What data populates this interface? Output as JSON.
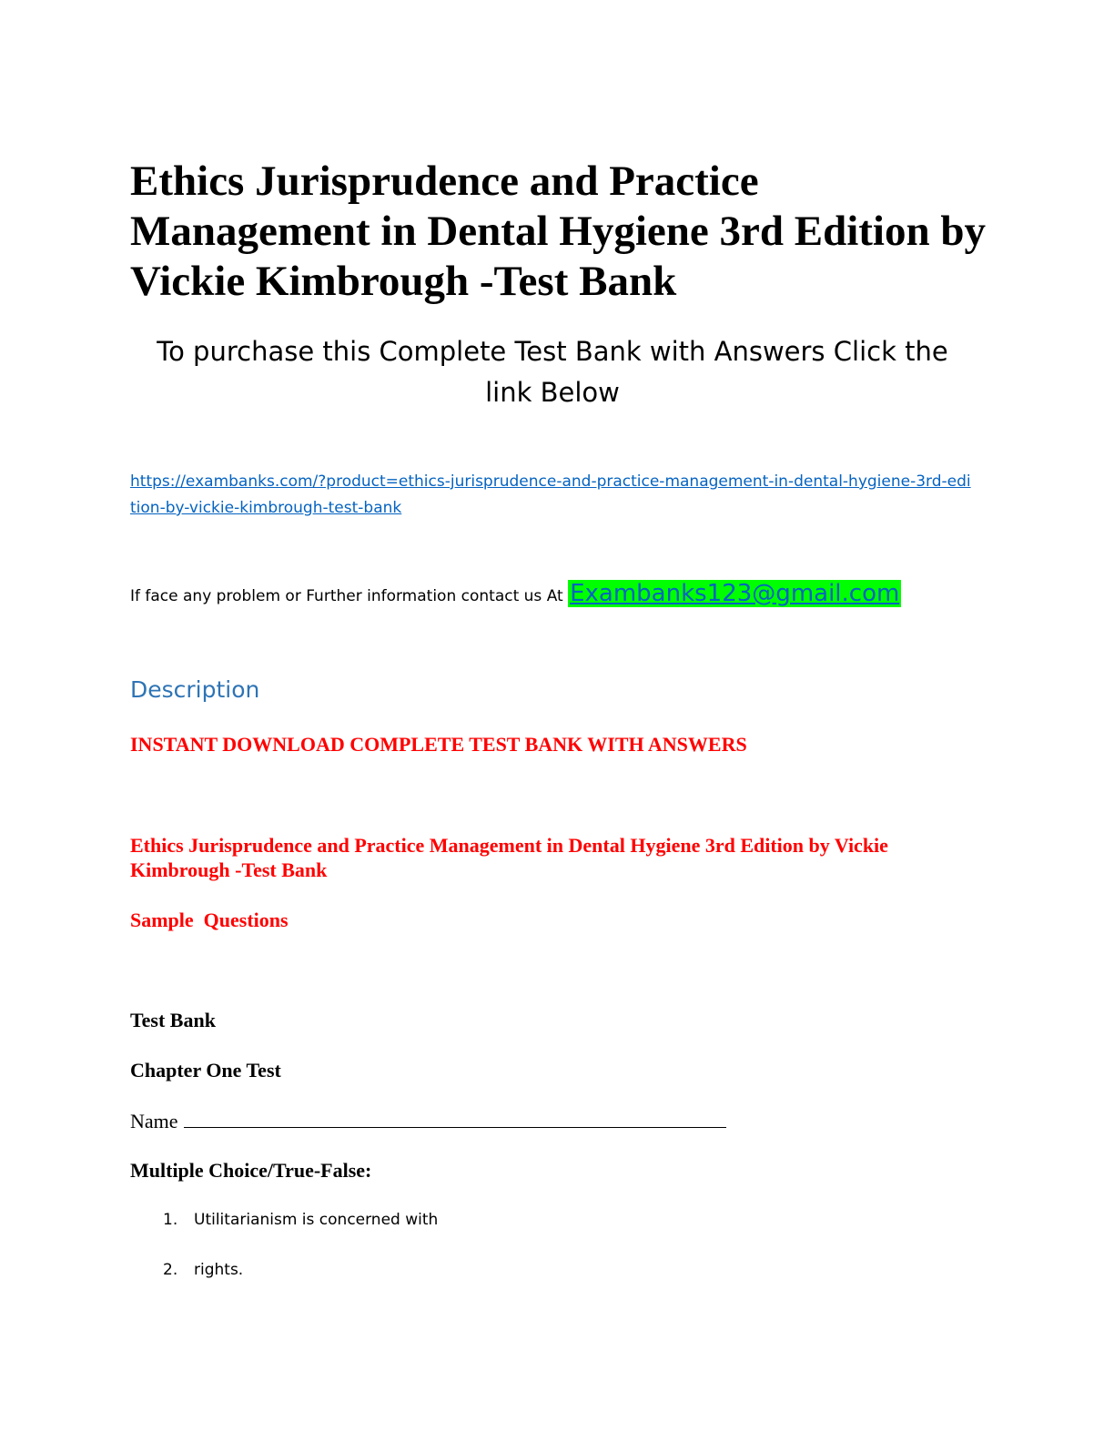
{
  "title": "Ethics Jurisprudence and Practice Management in Dental Hygiene 3rd Edition by Vickie Kimbrough -Test Bank",
  "subtitle": "To purchase this Complete Test Bank with Answers Click the link Below",
  "product_link": "https://exambanks.com/?product=ethics-jurisprudence-and-practice-management-in-dental-hygiene-3rd-edition-by-vickie-kimbrough-test-bank",
  "contact": {
    "text": "If face any problem or Further information contact us At ",
    "email": "Exambanks123@gmail.com",
    "email_highlight": "#00ff00"
  },
  "description_heading": "Description",
  "instant_download": "INSTANT DOWNLOAD COMPLETE TEST BANK WITH ANSWERS",
  "book_title": "Ethics Jurisprudence and Practice Management in Dental Hygiene 3rd Edition by Vickie Kimbrough -Test Bank",
  "sample_questions": "Sample  Questions",
  "test_bank_label": "Test Bank",
  "chapter_label": "Chapter One Test",
  "name_label": "Name",
  "mc_heading": "Multiple Choice/True-False:",
  "questions": [
    {
      "number": "1.",
      "text": "Utilitarianism is concerned with"
    },
    {
      "number": "2.",
      "text": "rights."
    }
  ],
  "colors": {
    "link": "#0563c1",
    "heading_blue": "#2e74b5",
    "red": "#ff0000"
  }
}
